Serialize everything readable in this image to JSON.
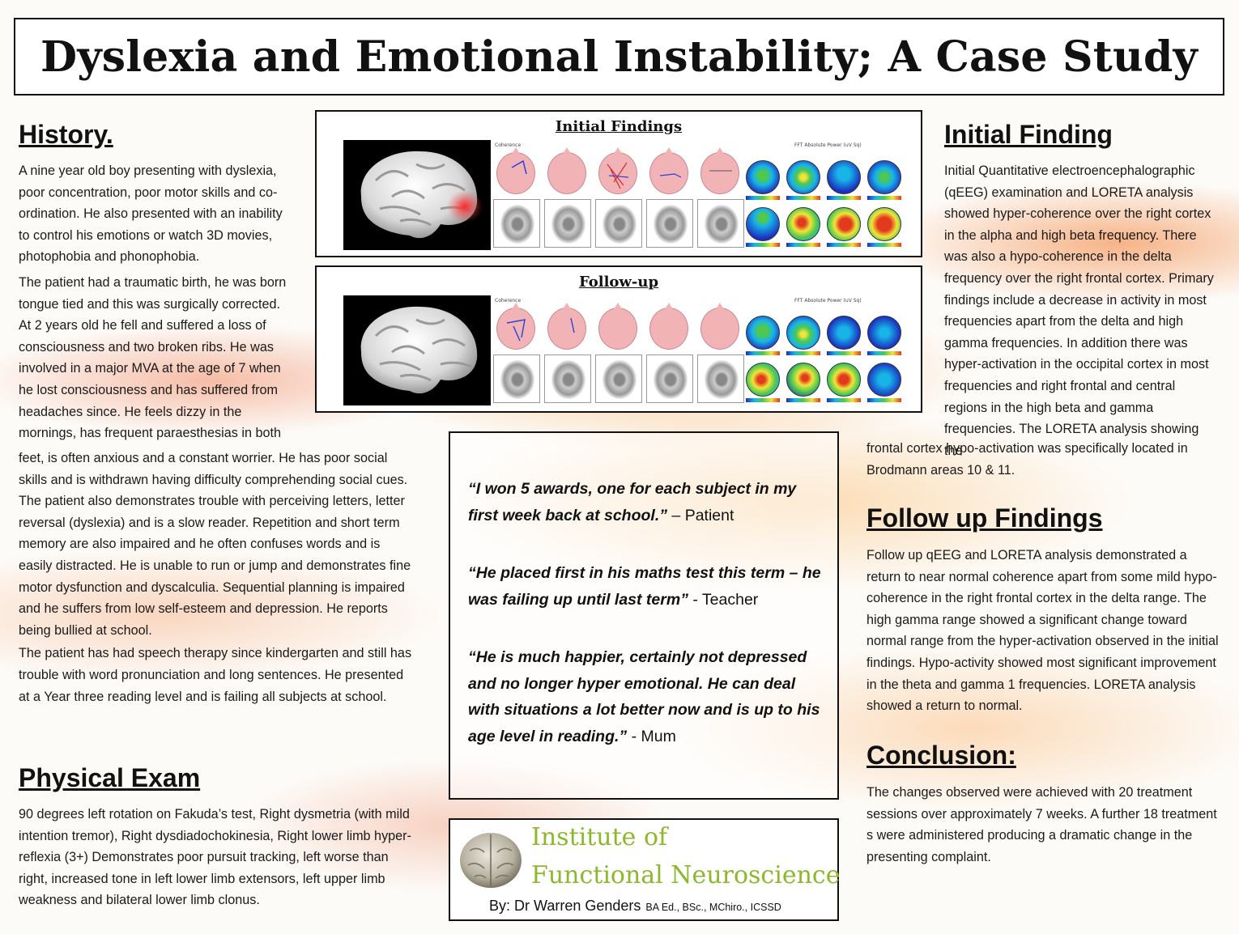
{
  "title": "Dyslexia and Emotional Instability; A Case Study",
  "history": {
    "heading": "History.",
    "para1": "A nine year old boy presenting with dyslexia, poor concentration, poor motor skills and co-ordination. He also presented with an inability to control his emotions or watch 3D movies, photophobia and phonophobia.",
    "para2_top": "The patient had a traumatic birth, he was born tongue tied and this was surgically corrected. At 2 years old he fell and suffered a loss of consciousness and two broken ribs. He was involved in a major MVA at the age of 7 when he lost consciousness and has suffered from headaches since. He feels dizzy in the mornings, has frequent paraesthesias in both",
    "para2_bottom": "feet, is often anxious and a constant worrier. He has poor social skills and is withdrawn having difficulty comprehending social cues. The patient also demonstrates trouble with perceiving letters, letter reversal (dyslexia) and is a slow reader.  Repetition and short term memory are also impaired and he often confuses words and is easily distracted. He is unable to run or jump and demonstrates fine motor dysfunction and dyscalculia. Sequential planning is impaired and he suffers from low self-esteem and depression. He reports being bullied at school.",
    "para3": "The patient has had speech therapy since kindergarten and still has trouble with word pronunciation and long sentences. He presented at a Year three reading level and is failing all subjects at school."
  },
  "physical_exam": {
    "heading": "Physical Exam",
    "text": "90 degrees left rotation on Fakuda’s test, Right dysmetria (with mild intention tremor), Right dysdiadochokinesia, Right lower limb hyper-reflexia (3+) Demonstrates poor pursuit tracking, left worse than right, increased tone in left lower limb extensors, left upper limb weakness and bilateral lower limb clonus."
  },
  "figures": {
    "initial_title": "Initial Findings",
    "followup_title": "Follow-up",
    "coherence_label": "Coherence",
    "initial_power_label": "FFT Absolute Power (uV Sq)",
    "followup_power_label": "FFT Absolute Power (uV Sq)"
  },
  "initial_finding": {
    "heading": "Initial Finding",
    "text_top": "Initial Quantitative electroencephalographic (qEEG) examination and LORETA analysis showed hyper-coherence over the right cortex in the alpha and high beta frequency. There was also a hypo-coherence in the delta frequency over the right frontal cortex.  Primary findings include a decrease in activity in most  frequencies apart from the delta and high gamma frequencies. In addition there was hyper-activation in the occipital cortex in most frequencies and right frontal and central regions in the high beta and gamma frequencies. The LORETA  analysis showing the",
    "text_bottom": "frontal cortex hypo-activation was specifically  located in Brodmann areas 10 & 11."
  },
  "follow_up": {
    "heading": "Follow up Findings",
    "text": "Follow up qEEG and LORETA analysis demonstrated a return to near normal coherence apart from some mild  hypo-coherence in the  right frontal cortex in the delta range. The high gamma range showed a significant change toward normal range from the hyper-activation observed in the initial findings. Hypo-activity showed most significant improvement in the theta and gamma 1 frequencies. LORETA analysis showed a return to normal."
  },
  "conclusion": {
    "heading": "Conclusion:",
    "text": "The changes observed were achieved with 20 treatment sessions over approximately 7 weeks.  A further 18 treatment s were administered producing a dramatic change in the presenting complaint."
  },
  "quotes": [
    {
      "text": "“I won 5 awards, one for each subject in my first week back at school.”",
      "attribution": " – Patient"
    },
    {
      "text": "“He placed first in his maths test this term – he was failing up until last term”",
      "attribution": " - Teacher"
    },
    {
      "text": "“He is much happier, certainly not depressed and no longer hyper emotional. He can deal with situations a lot better now and is up to his age level in reading.”",
      "attribution": " - Mum"
    }
  ],
  "logo": {
    "line1": "Institute of",
    "line2": "Functional Neuroscience",
    "by": "By: Dr Warren Genders",
    "credentials": "BA Ed., BSc., MChiro., ICSSD",
    "accent_color": "#8cb82e"
  }
}
